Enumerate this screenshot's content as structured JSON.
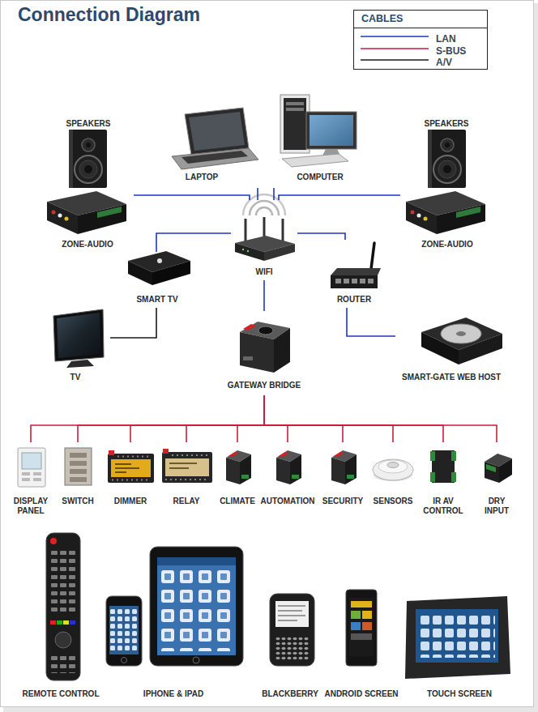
{
  "diagram": {
    "title": "Connection Diagram",
    "nodes": [
      {
        "text": [
          "SPEAKERS"
        ]
      },
      {
        "text": [
          "SPEAKERS"
        ]
      },
      {
        "text": [
          "LAPTOP"
        ]
      },
      {
        "text": [
          "COMPUTER"
        ]
      },
      {
        "text": [
          "ZONE-AUDIO"
        ]
      },
      {
        "text": [
          "ZONE-AUDIO"
        ]
      },
      {
        "text": [
          "WIFI"
        ]
      },
      {
        "text": [
          "SMART TV"
        ]
      },
      {
        "text": [
          "ROUTER"
        ]
      },
      {
        "text": [
          "TV"
        ]
      },
      {
        "text": [
          "SMART-GATE WEB HOST"
        ]
      },
      {
        "text": [
          "GATEWAY BRIDGE"
        ]
      },
      {
        "text": [
          "DISPLAY PANEL"
        ]
      },
      {
        "text": [
          "SWITCH"
        ]
      },
      {
        "text": [
          "DIMMER"
        ]
      },
      {
        "text": [
          "RELAY"
        ]
      },
      {
        "text": [
          "CLIMATE"
        ]
      },
      {
        "text": [
          "AUTOMATION"
        ]
      },
      {
        "text": [
          "SECURITY"
        ]
      },
      {
        "text": [
          "SENSORS"
        ]
      },
      {
        "text": [
          "IR AV CONTROL"
        ]
      },
      {
        "text": [
          "DRY INPUT"
        ]
      },
      {
        "text": [
          "REMOTE CONTROL"
        ]
      },
      {
        "text": [
          "IPHONE & IPAD"
        ]
      },
      {
        "text": [
          "BLACKBERRY"
        ]
      },
      {
        "text": [
          "ANDROID SCREEN"
        ]
      },
      {
        "text": [
          "TOUCH SCREEN"
        ]
      }
    ],
    "edges": [
      {
        "from": 2,
        "to": 6,
        "arrow": "none"
      },
      {
        "from": 3,
        "to": 6,
        "arrow": "none"
      },
      {
        "from": 4,
        "to": 6,
        "arrow": "none"
      },
      {
        "from": 5,
        "to": 6,
        "arrow": "none"
      },
      {
        "from": 7,
        "to": 6,
        "arrow": "none"
      },
      {
        "from": 6,
        "to": 8,
        "arrow": "none"
      },
      {
        "from": 6,
        "to": 11,
        "arrow": "none"
      },
      {
        "from": 8,
        "to": 10,
        "arrow": "none"
      },
      {
        "from": 7,
        "to": 9,
        "arrow": "none"
      },
      {
        "from": 11,
        "to": 12,
        "arrow": "none"
      },
      {
        "from": 11,
        "to": 13,
        "arrow": "none"
      },
      {
        "from": 11,
        "to": 14,
        "arrow": "none"
      },
      {
        "from": 11,
        "to": 15,
        "arrow": "none"
      },
      {
        "from": 11,
        "to": 16,
        "arrow": "none"
      },
      {
        "from": 11,
        "to": 17,
        "arrow": "none"
      },
      {
        "from": 11,
        "to": 18,
        "arrow": "none"
      },
      {
        "from": 11,
        "to": 19,
        "arrow": "none"
      },
      {
        "from": 11,
        "to": 20,
        "arrow": "none"
      },
      {
        "from": 11,
        "to": 21,
        "arrow": "none"
      }
    ],
    "labels": [
      "CABLES"
    ],
    "legend": [
      {
        "text": "LAN"
      },
      {
        "text": "S-BUS"
      },
      {
        "text": "A/V"
      }
    ]
  }
}
